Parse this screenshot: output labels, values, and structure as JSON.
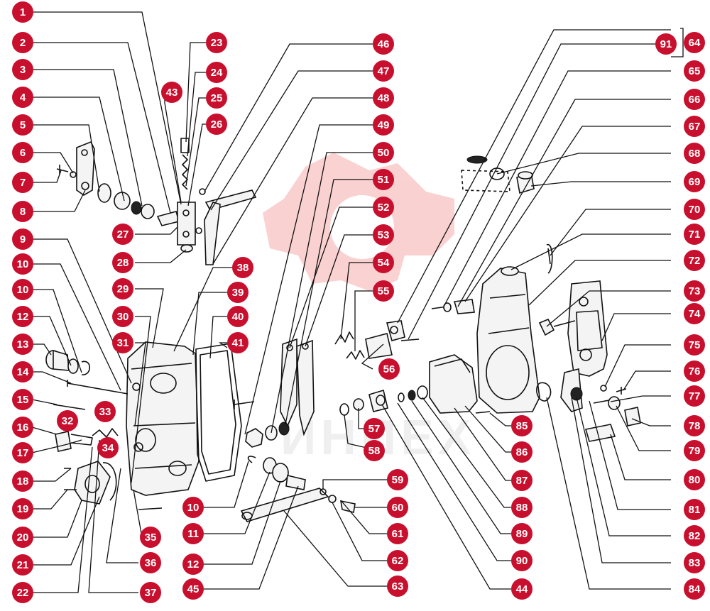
{
  "watermark": {
    "text": "ИНПЕХ",
    "color": "#e8322f"
  },
  "badge_color": "#c8102e",
  "callouts": {
    "left": [
      "1",
      "2",
      "3",
      "4",
      "5",
      "6",
      "7",
      "8",
      "9",
      "10",
      "10",
      "12",
      "13",
      "14",
      "15",
      "16",
      "17",
      "18",
      "19",
      "20",
      "21",
      "22"
    ],
    "inner": [
      "23",
      "24",
      "25",
      "26",
      "27",
      "28",
      "29",
      "30",
      "31",
      "32",
      "33",
      "34",
      "35",
      "36",
      "37",
      "38",
      "39",
      "40",
      "41",
      "43"
    ],
    "middle": [
      "46",
      "47",
      "48",
      "49",
      "50",
      "51",
      "52",
      "53",
      "54",
      "55",
      "56",
      "57",
      "58",
      "59",
      "60",
      "61",
      "62",
      "63",
      "10",
      "11",
      "12",
      "45"
    ],
    "right_bottom": [
      "44",
      "90",
      "89",
      "88",
      "87",
      "86",
      "85"
    ],
    "right": [
      "91",
      "64",
      "65",
      "66",
      "67",
      "68",
      "69",
      "70",
      "71",
      "72",
      "73",
      "74",
      "75",
      "76",
      "77",
      "78",
      "79",
      "80",
      "81",
      "82",
      "83",
      "84"
    ]
  }
}
